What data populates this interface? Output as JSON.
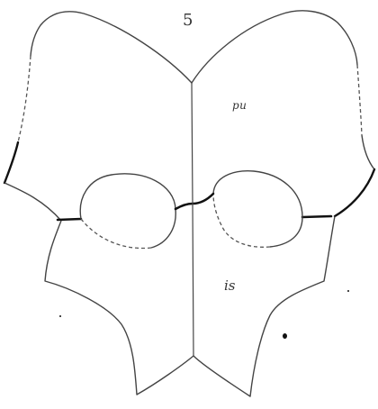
{
  "labels": {
    "figure_number": "5",
    "pubis": "pu",
    "ischium": "is"
  },
  "colors": {
    "outline": "#444444",
    "suture": "#111111",
    "background": "#ffffff"
  }
}
